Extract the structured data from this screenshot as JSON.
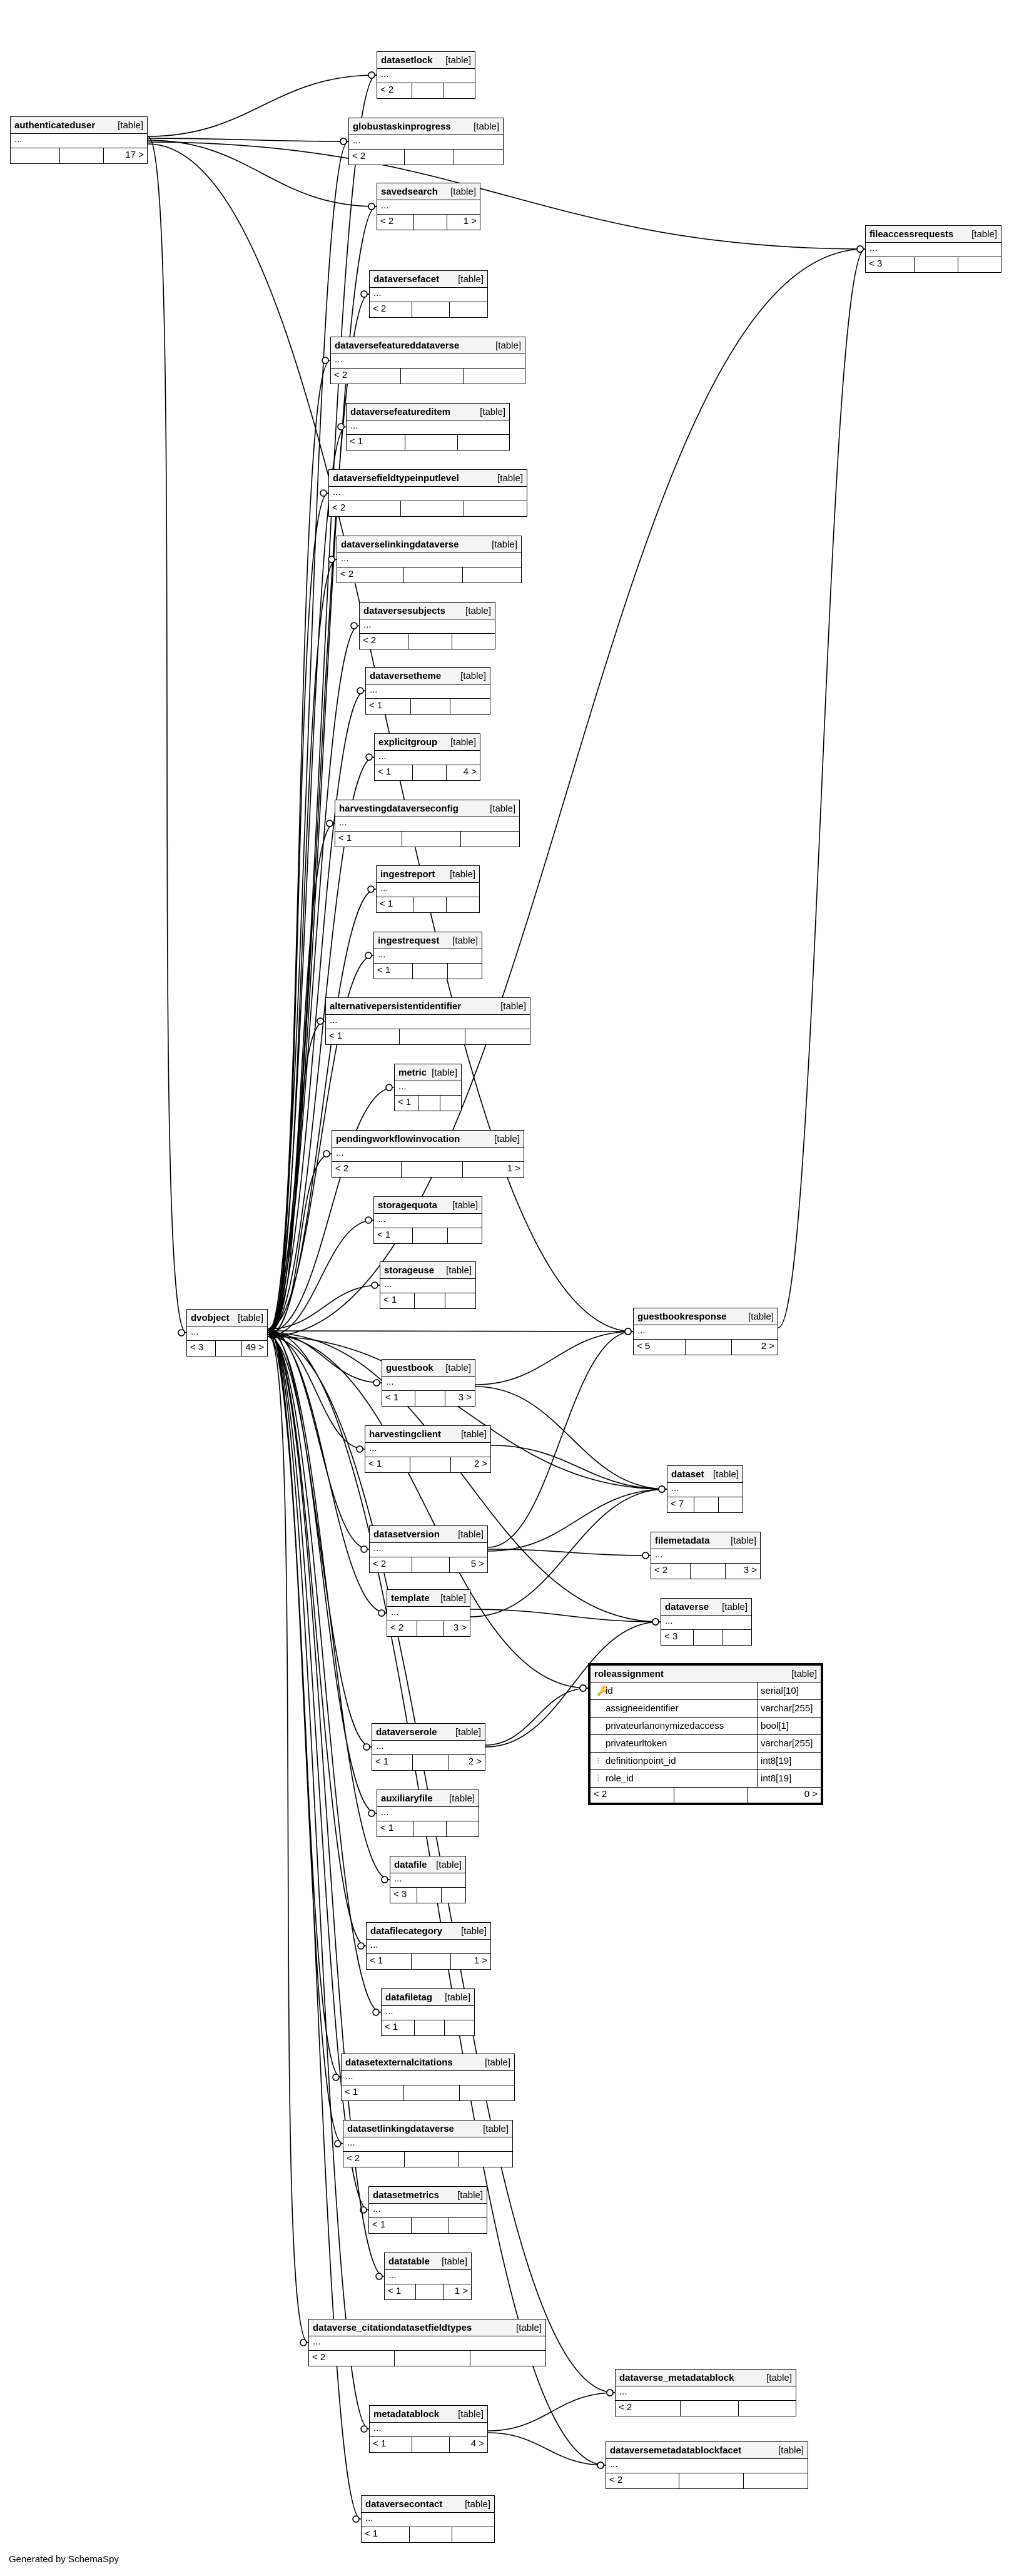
{
  "tag": "[table]",
  "dots": "...",
  "footer": "Generated by SchemaSpy",
  "tables": {
    "authenticateduser": {
      "name": "authenticateduser",
      "footer": [
        "",
        "",
        "17 >"
      ]
    },
    "datasetlock": {
      "name": "datasetlock",
      "footer": [
        "< 2",
        "",
        ""
      ]
    },
    "globustaskinprogress": {
      "name": "globustaskinprogress",
      "footer": [
        "< 2",
        "",
        ""
      ]
    },
    "savedsearch": {
      "name": "savedsearch",
      "footer": [
        "< 2",
        "",
        "1 >"
      ]
    },
    "fileaccessrequests": {
      "name": "fileaccessrequests",
      "footer": [
        "< 3",
        "",
        ""
      ]
    },
    "dataversefacet": {
      "name": "dataversefacet",
      "footer": [
        "< 2",
        "",
        ""
      ]
    },
    "dataversefeatureddataverse": {
      "name": "dataversefeatureddataverse",
      "footer": [
        "< 2",
        "",
        ""
      ]
    },
    "dataversefeatureditem": {
      "name": "dataversefeatureditem",
      "footer": [
        "< 1",
        "",
        ""
      ]
    },
    "dataversefieldtypeinputlevel": {
      "name": "dataversefieldtypeinputlevel",
      "footer": [
        "< 2",
        "",
        ""
      ]
    },
    "dataverselinkingdataverse": {
      "name": "dataverselinkingdataverse",
      "footer": [
        "< 2",
        "",
        ""
      ]
    },
    "dataversesubjects": {
      "name": "dataversesubjects",
      "footer": [
        "< 2",
        "",
        ""
      ]
    },
    "dataversetheme": {
      "name": "dataversetheme",
      "footer": [
        "< 1",
        "",
        ""
      ]
    },
    "explicitgroup": {
      "name": "explicitgroup",
      "footer": [
        "< 1",
        "",
        "4 >"
      ]
    },
    "harvestingdataverseconfig": {
      "name": "harvestingdataverseconfig",
      "footer": [
        "< 1",
        "",
        ""
      ]
    },
    "ingestreport": {
      "name": "ingestreport",
      "footer": [
        "< 1",
        "",
        ""
      ]
    },
    "ingestrequest": {
      "name": "ingestrequest",
      "footer": [
        "< 1",
        "",
        ""
      ]
    },
    "alternativepersistentidentifier": {
      "name": "alternativepersistentidentifier",
      "footer": [
        "< 1",
        "",
        ""
      ]
    },
    "metric": {
      "name": "metric",
      "footer": [
        "< 1",
        "",
        ""
      ]
    },
    "pendingworkflowinvocation": {
      "name": "pendingworkflowinvocation",
      "footer": [
        "< 2",
        "",
        "1 >"
      ]
    },
    "storagequota": {
      "name": "storagequota",
      "footer": [
        "< 1",
        "",
        ""
      ]
    },
    "storageuse": {
      "name": "storageuse",
      "footer": [
        "< 1",
        "",
        ""
      ]
    },
    "dvobject": {
      "name": "dvobject",
      "footer": [
        "< 3",
        "",
        "49 >"
      ]
    },
    "guestbookresponse": {
      "name": "guestbookresponse",
      "footer": [
        "< 5",
        "",
        "2 >"
      ]
    },
    "guestbook": {
      "name": "guestbook",
      "footer": [
        "< 1",
        "",
        "3 >"
      ]
    },
    "harvestingclient": {
      "name": "harvestingclient",
      "footer": [
        "< 1",
        "",
        "2 >"
      ]
    },
    "dataset": {
      "name": "dataset",
      "footer": [
        "< 7",
        "",
        ""
      ]
    },
    "datasetversion": {
      "name": "datasetversion",
      "footer": [
        "< 2",
        "",
        "5 >"
      ]
    },
    "filemetadata": {
      "name": "filemetadata",
      "footer": [
        "< 2",
        "",
        "3 >"
      ]
    },
    "template": {
      "name": "template",
      "footer": [
        "< 2",
        "",
        "3 >"
      ]
    },
    "dataverse": {
      "name": "dataverse",
      "footer": [
        "< 3",
        "",
        ""
      ]
    },
    "roleassignment": {
      "name": "roleassignment",
      "columns": [
        {
          "name": "id",
          "type": "serial[10]",
          "key": "pk"
        },
        {
          "name": "assigneeidentifier",
          "type": "varchar[255]",
          "key": ""
        },
        {
          "name": "privateurlanonymizedaccess",
          "type": "bool[1]",
          "key": ""
        },
        {
          "name": "privateurltoken",
          "type": "varchar[255]",
          "key": ""
        },
        {
          "name": "definitionpoint_id",
          "type": "int8[19]",
          "key": "fk"
        },
        {
          "name": "role_id",
          "type": "int8[19]",
          "key": "fk"
        }
      ],
      "footer": [
        "< 2",
        "",
        "0 >"
      ]
    },
    "dataverserole": {
      "name": "dataverserole",
      "footer": [
        "< 1",
        "",
        "2 >"
      ]
    },
    "auxiliaryfile": {
      "name": "auxiliaryfile",
      "footer": [
        "< 1",
        "",
        ""
      ]
    },
    "datafile": {
      "name": "datafile",
      "footer": [
        "< 3",
        "",
        ""
      ]
    },
    "datafilecategory": {
      "name": "datafilecategory",
      "footer": [
        "< 1",
        "",
        "1 >"
      ]
    },
    "datafiletag": {
      "name": "datafiletag",
      "footer": [
        "< 1",
        "",
        ""
      ]
    },
    "datasetexternalcitations": {
      "name": "datasetexternalcitations",
      "footer": [
        "< 1",
        "",
        ""
      ]
    },
    "datasetlinkingdataverse": {
      "name": "datasetlinkingdataverse",
      "footer": [
        "< 2",
        "",
        ""
      ]
    },
    "datasetmetrics": {
      "name": "datasetmetrics",
      "footer": [
        "< 1",
        "",
        ""
      ]
    },
    "datatable": {
      "name": "datatable",
      "footer": [
        "< 1",
        "",
        "1 >"
      ]
    },
    "dataverse_citationdatasetfieldtypes": {
      "name": "dataverse_citationdatasetfieldtypes",
      "footer": [
        "< 2",
        "",
        ""
      ]
    },
    "dataverse_metadatablock": {
      "name": "dataverse_metadatablock",
      "footer": [
        "< 2",
        "",
        ""
      ]
    },
    "metadatablock": {
      "name": "metadatablock",
      "footer": [
        "< 1",
        "",
        "4 >"
      ]
    },
    "dataversemetadatablockfacet": {
      "name": "dataversemetadatablockfacet",
      "footer": [
        "< 2",
        "",
        ""
      ]
    },
    "dataversecontact": {
      "name": "dataversecontact",
      "footer": [
        "< 1",
        "",
        ""
      ]
    }
  },
  "relationships": [
    [
      "authenticateduser",
      "datasetlock"
    ],
    [
      "authenticateduser",
      "globustaskinprogress"
    ],
    [
      "authenticateduser",
      "savedsearch"
    ],
    [
      "authenticateduser",
      "fileaccessrequests"
    ],
    [
      "authenticateduser",
      "guestbookresponse"
    ],
    [
      "authenticateduser",
      "dvobject"
    ],
    [
      "dvobject",
      "datasetlock"
    ],
    [
      "dvobject",
      "globustaskinprogress"
    ],
    [
      "dvobject",
      "savedsearch"
    ],
    [
      "dvobject",
      "fileaccessrequests"
    ],
    [
      "dvobject",
      "dataversefacet"
    ],
    [
      "dvobject",
      "dataversefeatureddataverse"
    ],
    [
      "dvobject",
      "dataversefeatureditem"
    ],
    [
      "dvobject",
      "dataversefieldtypeinputlevel"
    ],
    [
      "dvobject",
      "dataverselinkingdataverse"
    ],
    [
      "dvobject",
      "dataversesubjects"
    ],
    [
      "dvobject",
      "dataversetheme"
    ],
    [
      "dvobject",
      "explicitgroup"
    ],
    [
      "dvobject",
      "harvestingdataverseconfig"
    ],
    [
      "dvobject",
      "ingestreport"
    ],
    [
      "dvobject",
      "ingestrequest"
    ],
    [
      "dvobject",
      "alternativepersistentidentifier"
    ],
    [
      "dvobject",
      "metric"
    ],
    [
      "dvobject",
      "pendingworkflowinvocation"
    ],
    [
      "dvobject",
      "storagequota"
    ],
    [
      "dvobject",
      "storageuse"
    ],
    [
      "dvobject",
      "guestbookresponse"
    ],
    [
      "dvobject",
      "guestbook"
    ],
    [
      "dvobject",
      "harvestingclient"
    ],
    [
      "dvobject",
      "dataset"
    ],
    [
      "dvobject",
      "datasetversion"
    ],
    [
      "dvobject",
      "template"
    ],
    [
      "dvobject",
      "dataverse"
    ],
    [
      "dvobject",
      "roleassignment"
    ],
    [
      "dvobject",
      "dataverserole"
    ],
    [
      "dvobject",
      "auxiliaryfile"
    ],
    [
      "dvobject",
      "datafile"
    ],
    [
      "dvobject",
      "datafilecategory"
    ],
    [
      "dvobject",
      "datafiletag"
    ],
    [
      "dvobject",
      "datasetexternalcitations"
    ],
    [
      "dvobject",
      "datasetlinkingdataverse"
    ],
    [
      "dvobject",
      "datasetmetrics"
    ],
    [
      "dvobject",
      "datatable"
    ],
    [
      "dvobject",
      "dataverse_citationdatasetfieldtypes"
    ],
    [
      "dvobject",
      "dataverse_metadatablock"
    ],
    [
      "dvobject",
      "metadatablock"
    ],
    [
      "dvobject",
      "dataversemetadatablockfacet"
    ],
    [
      "dvobject",
      "dataversecontact"
    ],
    [
      "guestbook",
      "guestbookresponse"
    ],
    [
      "guestbook",
      "dataset"
    ],
    [
      "harvestingclient",
      "dataset"
    ],
    [
      "datasetversion",
      "guestbookresponse"
    ],
    [
      "datasetversion",
      "filemetadata"
    ],
    [
      "datasetversion",
      "dataset"
    ],
    [
      "template",
      "dataset"
    ],
    [
      "template",
      "dataverse"
    ],
    [
      "dataverserole",
      "roleassignment"
    ],
    [
      "dataverserole",
      "dataverse"
    ],
    [
      "metadatablock",
      "dataverse_metadatablock"
    ],
    [
      "metadatablock",
      "dataversemetadatablockfacet"
    ],
    [
      "guestbookresponse",
      "fileaccessrequests"
    ]
  ]
}
